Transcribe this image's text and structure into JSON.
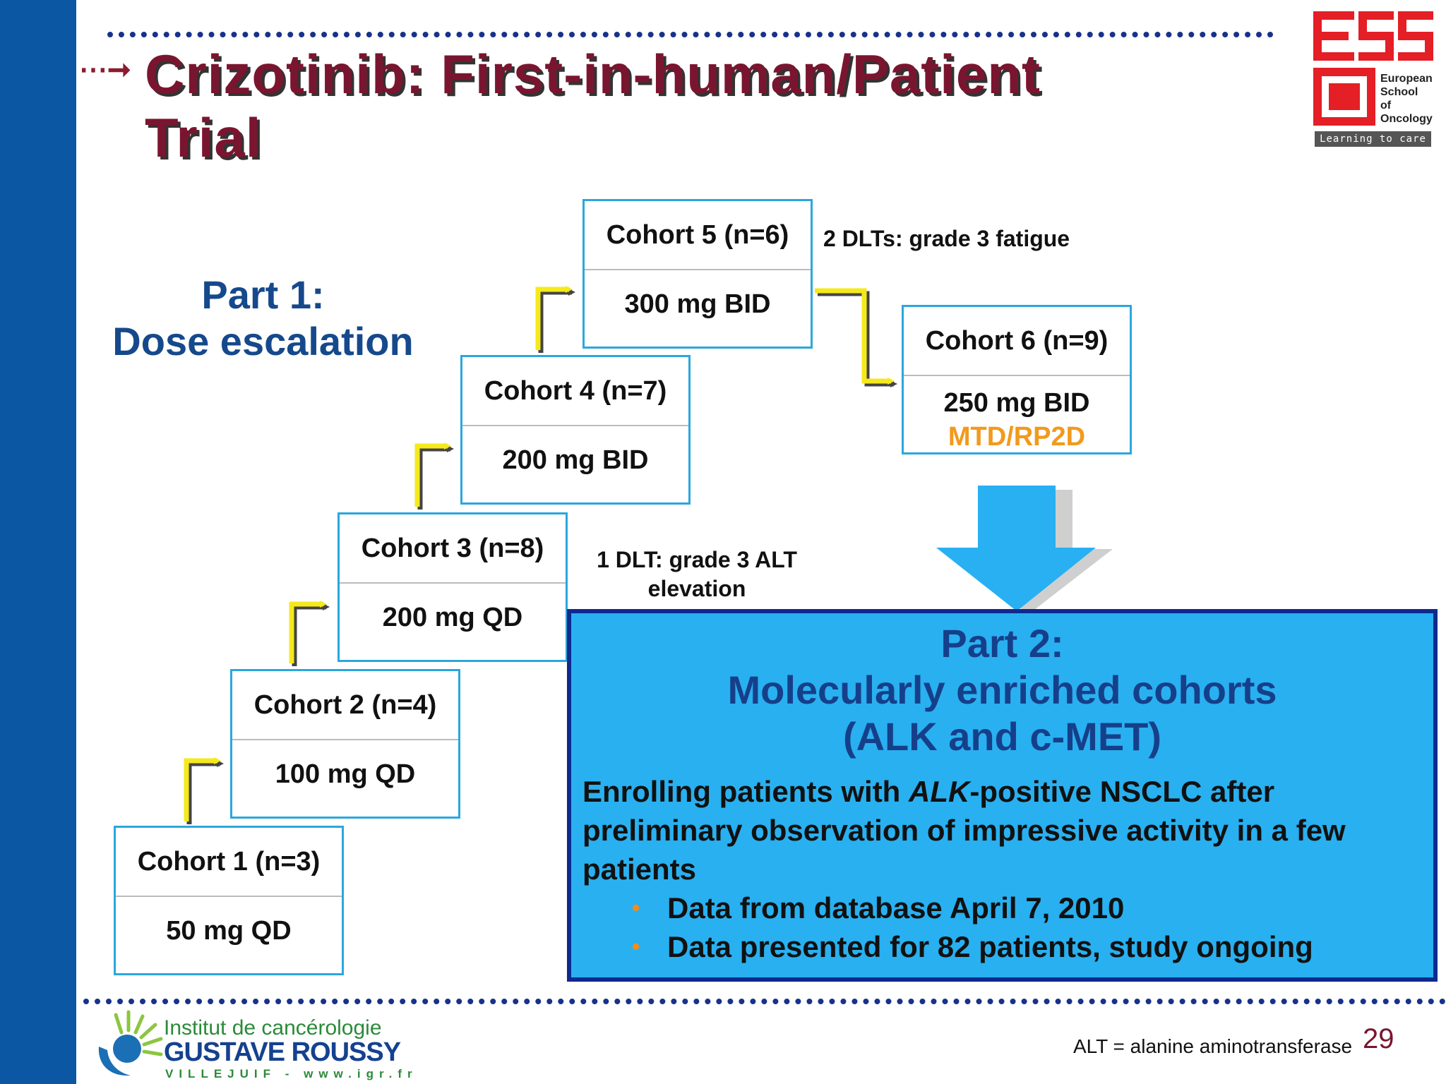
{
  "title": "Crizotinib: First-in-human/Patient Trial",
  "logo": {
    "lines": [
      "European",
      "School",
      "of",
      "Oncology"
    ],
    "tagline": "Learning to care",
    "brand_color": "#e41f26"
  },
  "part1": {
    "line1": "Part 1:",
    "line2": "Dose escalation"
  },
  "cohorts": [
    {
      "name": "Cohort 1 (n=3)",
      "dose": "50 mg QD"
    },
    {
      "name": "Cohort 2 (n=4)",
      "dose": "100 mg QD"
    },
    {
      "name": "Cohort 3 (n=8)",
      "dose": "200 mg QD"
    },
    {
      "name": "Cohort 4 (n=7)",
      "dose": "200 mg BID"
    },
    {
      "name": "Cohort 5 (n=6)",
      "dose": "300 mg BID"
    },
    {
      "name": "Cohort 6 (n=9)",
      "dose": "250 mg BID",
      "extra": "MTD/RP2D"
    }
  ],
  "notes": {
    "dlt_fatigue": "2 DLTs: grade 3 fatigue",
    "dlt_alt_line1": "1 DLT: grade 3 ALT",
    "dlt_alt_line2": "elevation"
  },
  "part2": {
    "line1": "Part 2:",
    "line2": "Molecularly enriched cohorts",
    "line3": "(ALK and c-MET)",
    "body_pre": "Enrolling patients with ",
    "body_em": "ALK",
    "body_post": "-positive NSCLC after preliminary observation of impressive activity in a few patients",
    "bullets": [
      "Data from database April 7, 2010",
      "Data presented for 82 patients, study ongoing"
    ]
  },
  "institute": {
    "line1": "Institut de cancérologie",
    "line2": "GUSTAVE ROUSSY",
    "line3": "VILLEJUIF - www.igr.fr"
  },
  "footnote": "ALT = alanine aminotransferase",
  "page_number": "29",
  "colors": {
    "title": "#7a1530",
    "accent_blue": "#16498c",
    "box_border": "#2ba7dd",
    "part2_fill": "#29b0f0",
    "arrow_yellow": "#f5e91c",
    "mtd_orange": "#f29a1c"
  }
}
